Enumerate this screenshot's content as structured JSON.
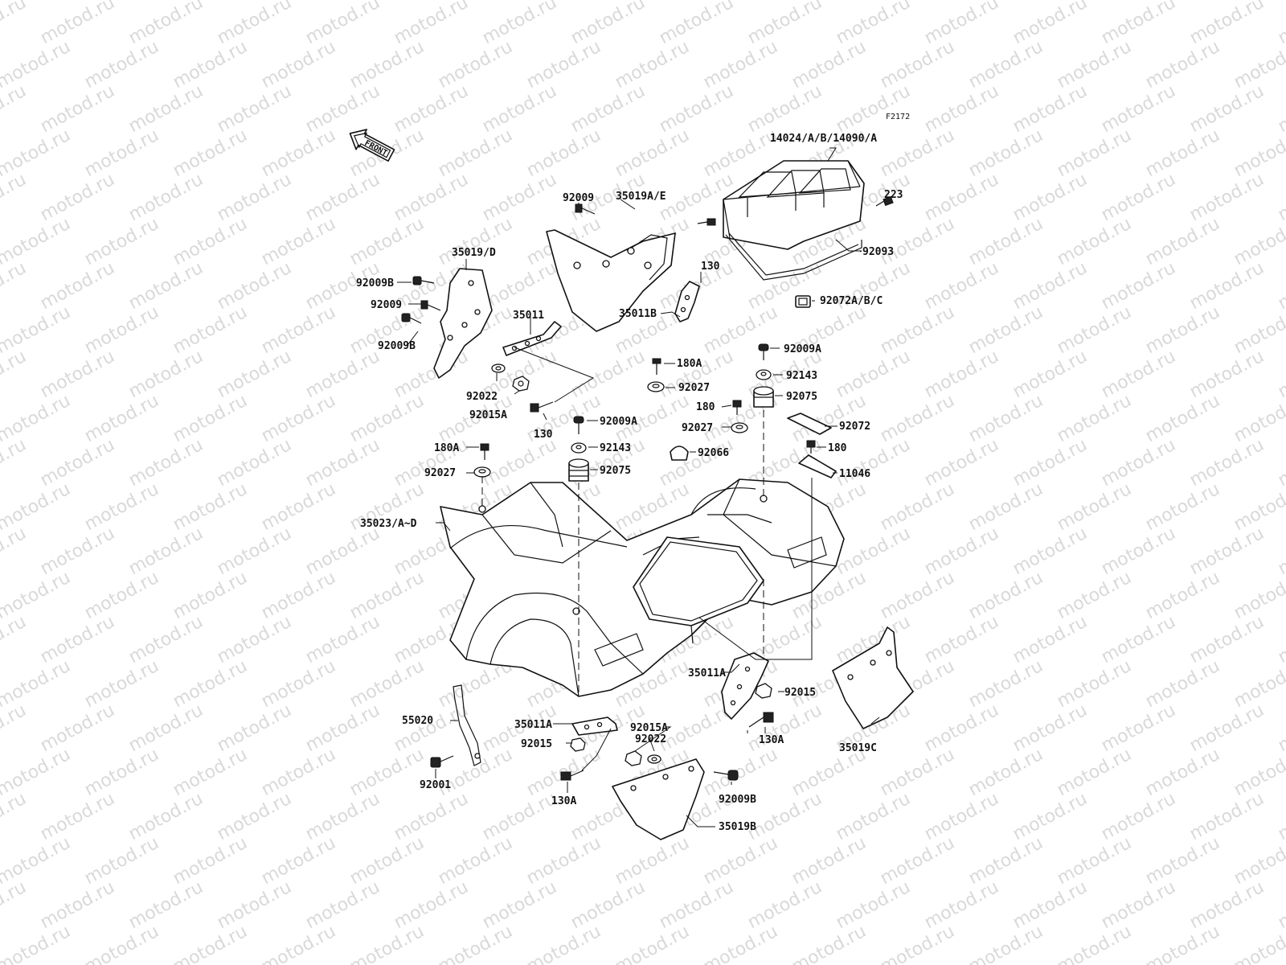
{
  "watermark": {
    "text": "motod.ru"
  },
  "diagram": {
    "figure_ref": "F2172",
    "front_arrow": "FRONT",
    "labels": [
      {
        "id": "l1",
        "text": "14024/A/B/14090/A"
      },
      {
        "id": "l2",
        "text": "223"
      },
      {
        "id": "l3",
        "text": "92093"
      },
      {
        "id": "l4",
        "text": "92072A/B/C"
      },
      {
        "id": "l5",
        "text": "92009"
      },
      {
        "id": "l6",
        "text": "35019A/E"
      },
      {
        "id": "l7",
        "text": "130"
      },
      {
        "id": "l8",
        "text": "35011B"
      },
      {
        "id": "l9",
        "text": "35019/D"
      },
      {
        "id": "l10",
        "text": "92009B"
      },
      {
        "id": "l11",
        "text": "92009"
      },
      {
        "id": "l12",
        "text": "35011"
      },
      {
        "id": "l13",
        "text": "92009B"
      },
      {
        "id": "l14",
        "text": "92022"
      },
      {
        "id": "l15",
        "text": "92015A"
      },
      {
        "id": "l16",
        "text": "130"
      },
      {
        "id": "l17",
        "text": "180A"
      },
      {
        "id": "l18",
        "text": "92027"
      },
      {
        "id": "l19",
        "text": "92009A"
      },
      {
        "id": "l20",
        "text": "92143"
      },
      {
        "id": "l21",
        "text": "92075"
      },
      {
        "id": "l22",
        "text": "180"
      },
      {
        "id": "l23",
        "text": "92027"
      },
      {
        "id": "l24",
        "text": "92066"
      },
      {
        "id": "l25",
        "text": "92009A"
      },
      {
        "id": "l26",
        "text": "92143"
      },
      {
        "id": "l27",
        "text": "92075"
      },
      {
        "id": "l28",
        "text": "92072"
      },
      {
        "id": "l29",
        "text": "180"
      },
      {
        "id": "l30",
        "text": "11046"
      },
      {
        "id": "l31",
        "text": "180A"
      },
      {
        "id": "l32",
        "text": "92027"
      },
      {
        "id": "l33",
        "text": "35023/A~D"
      },
      {
        "id": "l34",
        "text": "35011A"
      },
      {
        "id": "l35",
        "text": "92015"
      },
      {
        "id": "l36",
        "text": "130A"
      },
      {
        "id": "l37",
        "text": "35019C"
      },
      {
        "id": "l38",
        "text": "55020"
      },
      {
        "id": "l39",
        "text": "35011A"
      },
      {
        "id": "l40",
        "text": "92015"
      },
      {
        "id": "l41",
        "text": "92015A"
      },
      {
        "id": "l42",
        "text": "92022"
      },
      {
        "id": "l43",
        "text": "92001"
      },
      {
        "id": "l44",
        "text": "130A"
      },
      {
        "id": "l45",
        "text": "92009B"
      },
      {
        "id": "l46",
        "text": "35019B"
      }
    ]
  }
}
